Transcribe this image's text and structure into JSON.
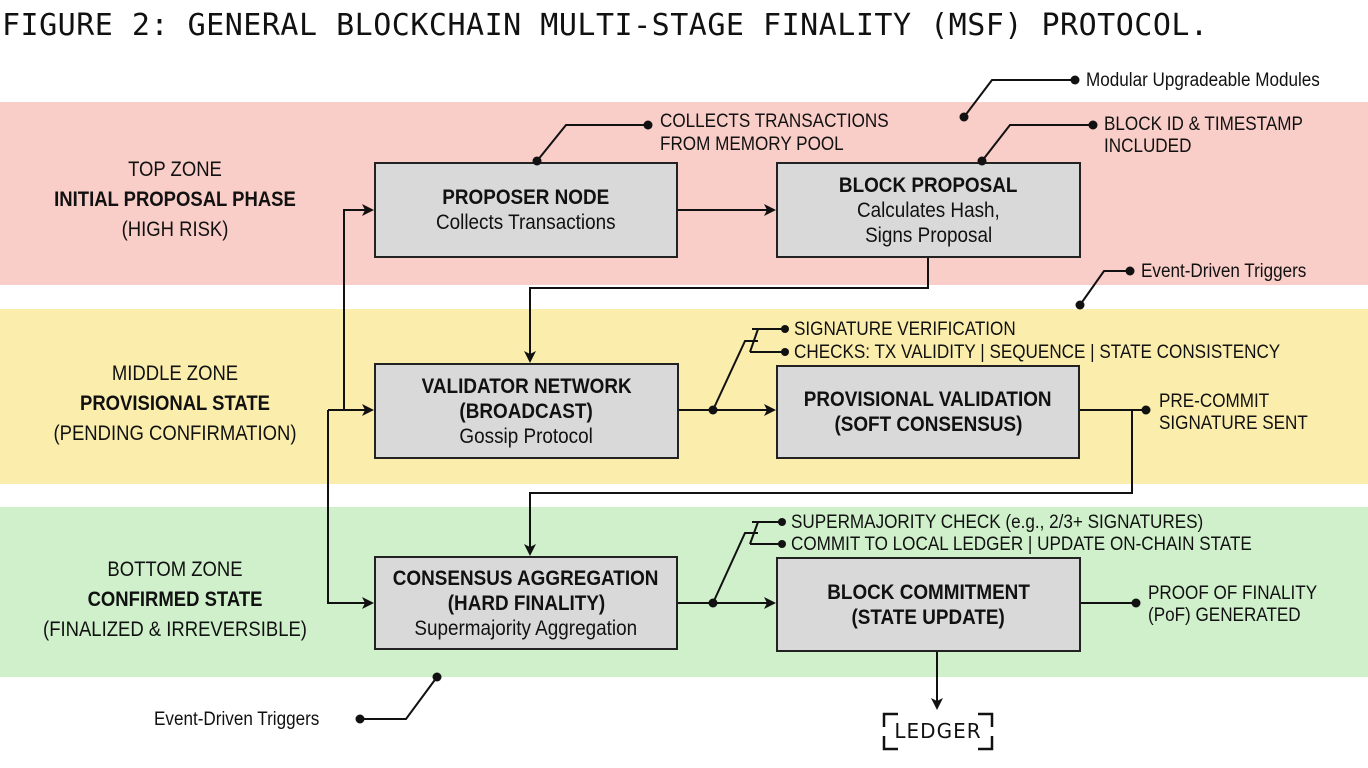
{
  "title": "FIGURE 2: GENERAL BLOCKCHAIN MULTI-STAGE FINALITY (MSF) PROTOCOL.",
  "colors": {
    "top_zone": "#f9cdc8",
    "middle_zone": "#fbeead",
    "bottom_zone": "#cff0cb",
    "node_fill": "#d9d9d9",
    "line": "#111111"
  },
  "zones": {
    "top": {
      "name": "TOP ZONE",
      "phase": "INITIAL PROPOSAL PHASE",
      "note": "(HIGH RISK)"
    },
    "middle": {
      "name": "MIDDLE ZONE",
      "phase": "PROVISIONAL STATE",
      "note": "(PENDING CONFIRMATION)"
    },
    "bottom": {
      "name": "BOTTOM ZONE",
      "phase": "CONFIRMED STATE",
      "note": "(FINALIZED & IRREVERSIBLE)"
    }
  },
  "nodes": {
    "proposer": {
      "title": "PROPOSER NODE",
      "sub": "Collects Transactions"
    },
    "block_proposal": {
      "title": "BLOCK PROPOSAL",
      "sub1": "Calculates Hash,",
      "sub2": "Signs Proposal"
    },
    "validator": {
      "title1": "VALIDATOR NETWORK",
      "title2": "(BROADCAST)",
      "sub": "Gossip Protocol"
    },
    "provisional": {
      "title1": "PROVISIONAL VALIDATION",
      "title2": "(SOFT CONSENSUS)"
    },
    "aggregation": {
      "title1": "CONSENSUS AGGREGATION",
      "title2": "(HARD FINALITY)",
      "sub": "Supermajority Aggregation"
    },
    "commitment": {
      "title1": "BLOCK COMMITMENT",
      "title2": "(STATE UPDATE)"
    }
  },
  "annotations": {
    "modular": "Modular Upgradeable Modules",
    "collects_1": "COLLECTS TRANSACTIONS",
    "collects_2": "FROM MEMORY POOL",
    "block_id_1": "BLOCK ID & TIMESTAMP",
    "block_id_2": "INCLUDED",
    "event_top": "Event-Driven Triggers",
    "sig_verify": "SIGNATURE VERIFICATION",
    "checks": "CHECKS: TX VALIDITY | SEQUENCE | STATE CONSISTENCY",
    "precommit_1": "PRE-COMMIT",
    "precommit_2": "SIGNATURE SENT",
    "supermajority": "SUPERMAJORITY CHECK (e.g., 2/3+ SIGNATURES)",
    "commit_local": "COMMIT TO LOCAL LEDGER | UPDATE ON-CHAIN STATE",
    "pof_1": "PROOF OF FINALITY",
    "pof_2": "(PoF) GENERATED",
    "event_bottom": "Event-Driven Triggers"
  },
  "ledger": "LEDGER"
}
